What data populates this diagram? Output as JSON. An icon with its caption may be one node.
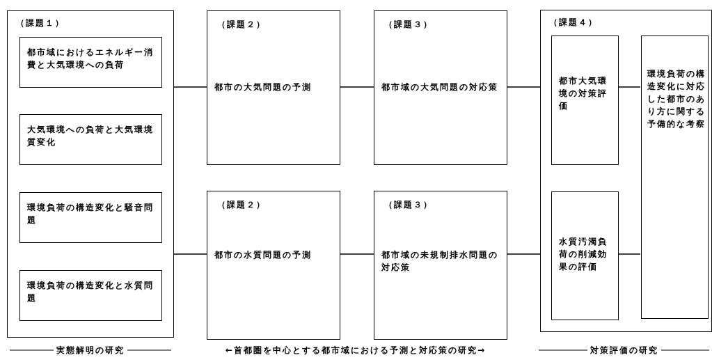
{
  "diagram": {
    "nodes": [
      {
        "text": [
          "（課題１）"
        ]
      },
      {
        "text": [
          "都市域におけるエネルギー消費と大気環境への負荷"
        ],
        "in": 0
      },
      {
        "text": [
          "大気環境への負荷と大気環境質変化"
        ],
        "in": 0
      },
      {
        "text": [
          "環境負荷の構造変化と騒音問題"
        ],
        "in": 0
      },
      {
        "text": [
          "環境負荷の構造変化と水質問題"
        ],
        "in": 0
      },
      {
        "text": [
          "（課題２）",
          "都市の大気問題の予測"
        ]
      },
      {
        "text": [
          "（課題２）",
          "都市の水質問題の予測"
        ]
      },
      {
        "text": [
          "（課題３）",
          "都市域の大気問題の対応策"
        ]
      },
      {
        "text": [
          "（課題３）",
          "都市域の未規制排水問題の対応策"
        ]
      },
      {
        "text": [
          "（課題４）"
        ]
      },
      {
        "text": [
          "都市大気環境の対策評価"
        ],
        "in": 9
      },
      {
        "text": [
          "水質汚濁負荷の削減効果の評価"
        ],
        "in": 9
      },
      {
        "text": [
          "環境負荷の構造変化に対応した都市のあり方に関する予備的な考察"
        ],
        "in": 9
      }
    ],
    "edges": [
      {
        "from": 0,
        "to": 5,
        "arrow": "none"
      },
      {
        "from": 0,
        "to": 6,
        "arrow": "none"
      },
      {
        "from": 5,
        "to": 7,
        "arrow": "none"
      },
      {
        "from": 6,
        "to": 8,
        "arrow": "none"
      },
      {
        "from": 7,
        "to": 9,
        "arrow": "none"
      },
      {
        "from": 8,
        "to": 9,
        "arrow": "none"
      },
      {
        "from": 10,
        "to": 12,
        "arrow": "none"
      },
      {
        "from": 11,
        "to": 12,
        "arrow": "none"
      }
    ],
    "labels": [
      "実態解明の研究",
      "←首都圏を中心とする都市域における予測と対応策の研究→",
      "対策評価の研究"
    ]
  }
}
